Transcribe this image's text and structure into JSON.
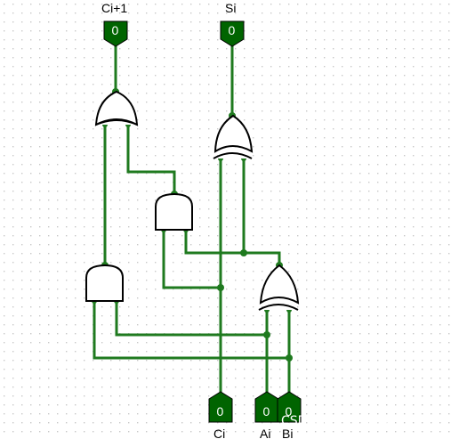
{
  "pins": {
    "ci_plus_1": {
      "label": "Ci+1",
      "value": "0"
    },
    "si": {
      "label": "Si",
      "value": "0"
    },
    "ci": {
      "label": "Ci",
      "value": "0"
    },
    "ai": {
      "label": "Ai",
      "value": "0"
    },
    "bi": {
      "label": "Bi",
      "value": "0"
    }
  },
  "watermark": "CSDN @Ss、、帅海",
  "colors": {
    "wire": "#1f7a1f",
    "pin": "#006400",
    "grid_dot": "#c8c8c8"
  }
}
